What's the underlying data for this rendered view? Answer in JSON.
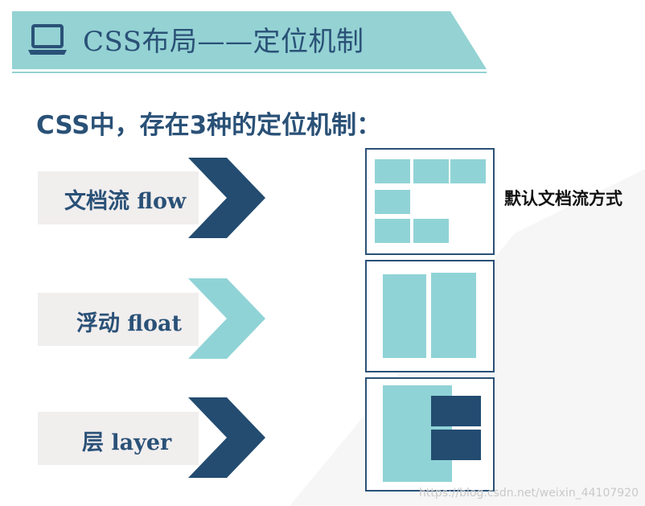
{
  "header": {
    "title": "CSS布局——定位机制",
    "icon": "laptop-icon"
  },
  "main": {
    "intro": "CSS中，存在3种的定位机制：",
    "rows": [
      {
        "label": "文档流 flow",
        "arrow_color": "#234c70"
      },
      {
        "label": "浮动 float",
        "arrow_color": "#90d3d6"
      },
      {
        "label": "层 layer",
        "arrow_color": "#234c70"
      }
    ],
    "caption": "默认文档流方式"
  },
  "colors": {
    "navy": "#2a5177",
    "teal": "#90d3d6",
    "dark_block": "#234c70",
    "label_bg": "#f1eeee"
  },
  "watermark": "https://blog.csdn.net/weixin_44107920"
}
